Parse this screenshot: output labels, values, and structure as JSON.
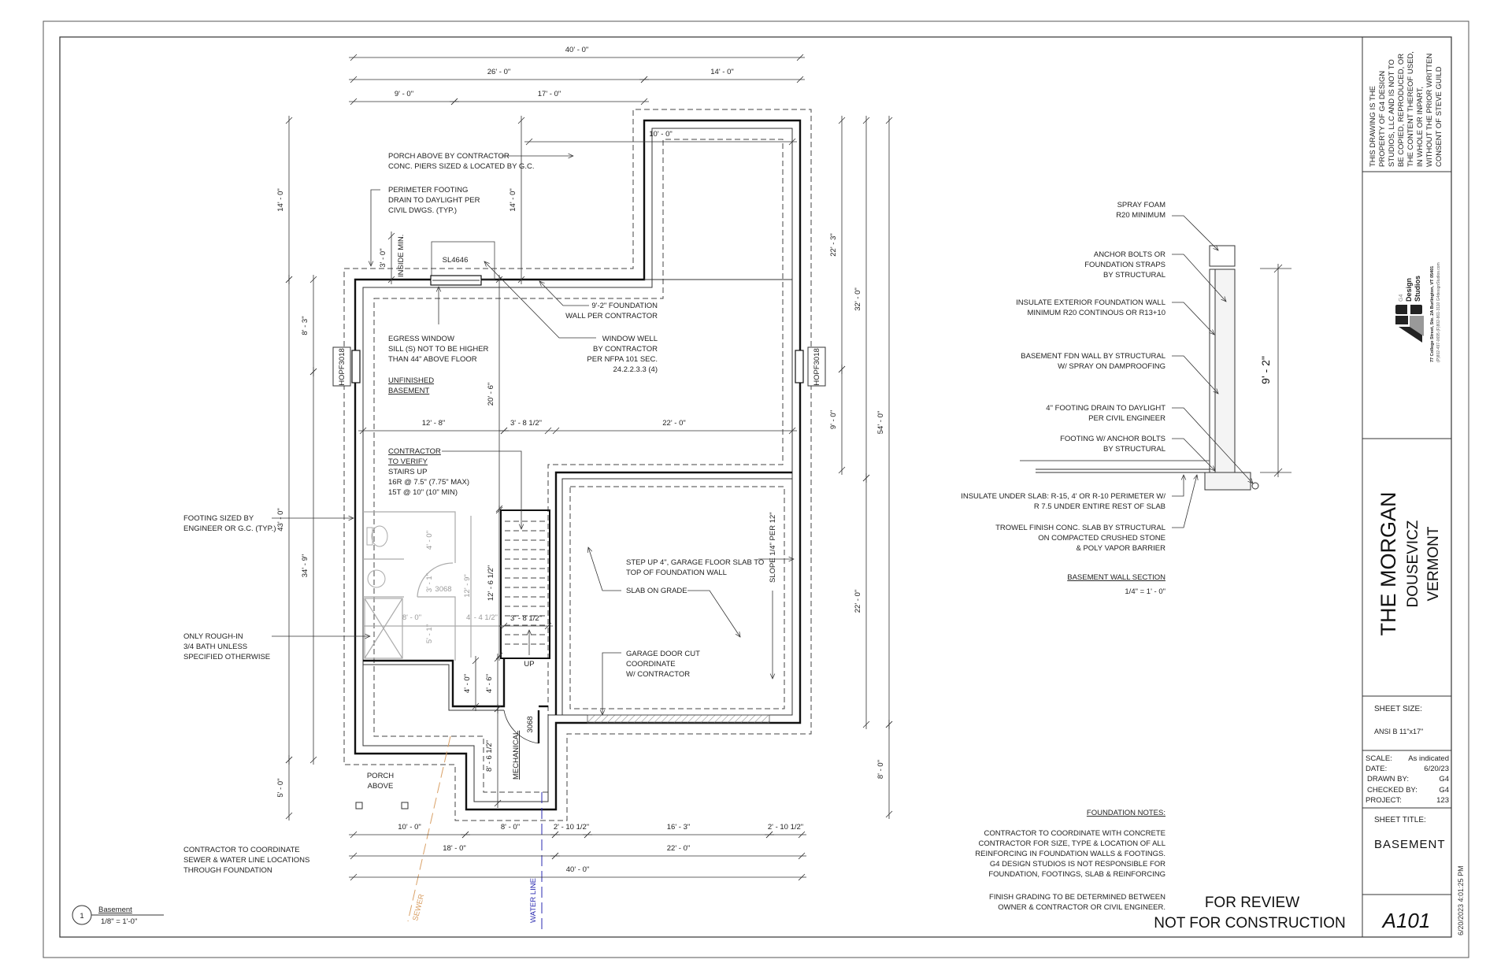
{
  "title_block": {
    "disclaimer": [
      "THIS DRAWING IS THE",
      "PROPERTY OF G4 DESIGN",
      "STUDIOS, LLC AND IS NOT TO",
      "BE COPIED, REPRODUCED, OR",
      "THE CONTENT THEREOF USED,",
      "IN WHOLE OR INPART,",
      "WITHOUT THE PRIOR WRITTEN",
      "CONSENT OF STEVE GUILD"
    ],
    "firm": {
      "logo_text": [
        "G4",
        "Design",
        "Studios"
      ],
      "address": "77 College Street, Ste. 2A   Burlington, VT 05401",
      "contact": "(P)802-497-0695   (F)802-861-3110   G4designStudios.com"
    },
    "project": {
      "name": "THE MORGAN",
      "client": "DOUSEVICZ",
      "state": "VERMONT"
    },
    "sheet_size_label": "SHEET SIZE:",
    "sheet_size": "ANSI B 11\"x17\"",
    "info": [
      {
        "label": "SCALE:",
        "value": "As indicated"
      },
      {
        "label": "DATE:",
        "value": "6/20/23"
      },
      {
        "label": "DRAWN BY:",
        "value": "G4"
      },
      {
        "label": "CHECKED BY:",
        "value": "G4"
      },
      {
        "label": "PROJECT:",
        "value": "123"
      }
    ],
    "sheet_title_label": "SHEET TITLE:",
    "sheet_title": "BASEMENT",
    "sheet_number": "A101",
    "timestamp": "6/20/2023 4:01:25 PM"
  },
  "plan": {
    "view_number": "1",
    "view_name": "Basement",
    "view_scale": "1/8\" = 1'-0\"",
    "dims": {
      "top": [
        "40' - 0\"",
        "26' - 0\"",
        "14' - 0\"",
        "9' - 0\"",
        "17' - 0\""
      ],
      "bottom": [
        "10' - 0\"",
        "8' - 0\"",
        "2' - 10 1/2\"",
        "16' - 3\"",
        "2' - 10 1/2\"",
        "18' - 0\"",
        "22' - 0\"",
        "40' - 0\""
      ],
      "left": [
        "14' - 0\"",
        "43' - 0\"",
        "5' - 0\"",
        "8' - 3\"",
        "34' - 9\""
      ],
      "right": [
        "22' - 3\"",
        "9' - 0\"",
        "32' - 0\"",
        "22' - 0\"",
        "54' - 0\"",
        "8' - 0\""
      ],
      "interior": [
        "10' - 0\"",
        "3' - 0\"",
        "14' - 0\"",
        "20' - 6\"",
        "12' - 8\"",
        "3' - 8 1/2\"",
        "22' - 0\"",
        "12' - 6 1/2\"",
        "3' - 8 1/2\"",
        "4' - 0\"",
        "4' - 6\"",
        "8' - 6 1/2\""
      ],
      "bath": [
        "4' - 0\"",
        "3' - 1\"",
        "12' - 9\"",
        "8' - 0\"",
        "4' - 4 1/2\"",
        "5' - 1\""
      ]
    },
    "labels": {
      "inside_min": "INSIDE MIN.",
      "window_egress": "SL4646",
      "window_left": "HOPF3018",
      "window_right": "HOPF3018",
      "bath_door": "3068",
      "mech_door": "3068",
      "up": "UP",
      "mechanical": "MECHANICAL",
      "porch_above": [
        "PORCH",
        "ABOVE"
      ],
      "slope": "SLOPE 1/4\" PER 12\"",
      "sewer": "SEWER",
      "water_line": "WATER LINE"
    },
    "notes": {
      "porch": [
        "PORCH ABOVE BY CONTRACTOR",
        "CONC. PIERS SIZED & LOCATED BY G.C."
      ],
      "perimeter_drain": [
        "PERIMETER FOOTING",
        "DRAIN TO DAYLIGHT PER",
        "CIVIL DWGS. (TYP.)"
      ],
      "egress": [
        "EGRESS WINDOW",
        "SILL (S) NOT TO BE HIGHER",
        "THAN 44\" ABOVE FLOOR"
      ],
      "unfinished": [
        "UNFINISHED",
        "BASEMENT"
      ],
      "foundation_wall": [
        "9'-2\" FOUNDATION",
        "WALL PER CONTRACTOR"
      ],
      "window_well": [
        "WINDOW WELL",
        "BY CONTRACTOR",
        "PER NFPA 101 SEC.",
        "24.2.2.3.3 (4)"
      ],
      "stairs": [
        "CONTRACTOR",
        "TO VERIFY",
        "STAIRS UP",
        "16R @ 7.5\" (7.75\" MAX)",
        "15T @ 10\" (10\" MIN)"
      ],
      "footing_sized": [
        "FOOTING SIZED BY",
        "ENGINEER OR G.C. (TYP.)"
      ],
      "rough_in": [
        "ONLY ROUGH-IN",
        "3/4 BATH UNLESS",
        "SPECIFIED OTHERWISE"
      ],
      "sewer_water": [
        "CONTRACTOR TO COORDINATE",
        "SEWER & WATER LINE LOCATIONS",
        "THROUGH FOUNDATION"
      ],
      "step_up": [
        "STEP UP 4\", GARAGE FLOOR SLAB TO",
        "TOP OF FOUNDATION WALL"
      ],
      "slab_on_grade": "SLAB ON GRADE",
      "garage_door": [
        "GARAGE DOOR CUT",
        "COORDINATE",
        "W/ CONTRACTOR"
      ]
    }
  },
  "wall_section": {
    "title": "BASEMENT WALL SECTION",
    "scale": "1/4\" = 1' - 0\"",
    "height_dim": "9' - 2\"",
    "callouts": [
      [
        "SPRAY FOAM",
        "R20 MINIMUM"
      ],
      [
        "ANCHOR BOLTS OR",
        "FOUNDATION STRAPS",
        "BY STRUCTURAL"
      ],
      [
        "INSULATE EXTERIOR FOUNDATION WALL",
        "MINIMUM R20 CONTINOUS OR R13+10"
      ],
      [
        "BASEMENT FDN WALL BY STRUCTURAL",
        "W/ SPRAY ON DAMPROOFING"
      ],
      [
        "4\" FOOTING DRAIN TO DAYLIGHT",
        "PER CIVIL ENGINEER"
      ],
      [
        "FOOTING W/ ANCHOR BOLTS",
        "BY STRUCTURAL"
      ],
      [
        "INSULATE UNDER SLAB: R-15, 4' OR R-10 PERIMETER W/",
        "R 7.5 UNDER ENTIRE REST OF SLAB"
      ],
      [
        "TROWEL FINISH CONC. SLAB BY STRUCTURAL",
        "ON COMPACTED CRUSHED STONE",
        "& POLY VAPOR BARRIER"
      ]
    ]
  },
  "foundation_notes": {
    "title": "FOUNDATION NOTES:",
    "lines": [
      "CONTRACTOR TO COORDINATE WITH CONCRETE",
      "CONTRACTOR FOR SIZE, TYPE & LOCATION OF ALL",
      "REINFORCING IN FOUNDATION WALLS & FOOTINGS.",
      "G4 DESIGN STUDIOS IS NOT RESPONSIBLE FOR",
      "FOUNDATION, FOOTINGS, SLAB & REINFORCING"
    ],
    "grading": [
      "FINISH GRADING TO BE DETERMINED BETWEEN",
      "OWNER & CONTRACTOR OR CIVIL ENGINEER."
    ]
  },
  "stamp": [
    "FOR REVIEW",
    "NOT FOR CONSTRUCTION"
  ],
  "colors": {
    "sewer": "#d9a066",
    "water": "#2a2ab0",
    "ink": "#222222"
  }
}
